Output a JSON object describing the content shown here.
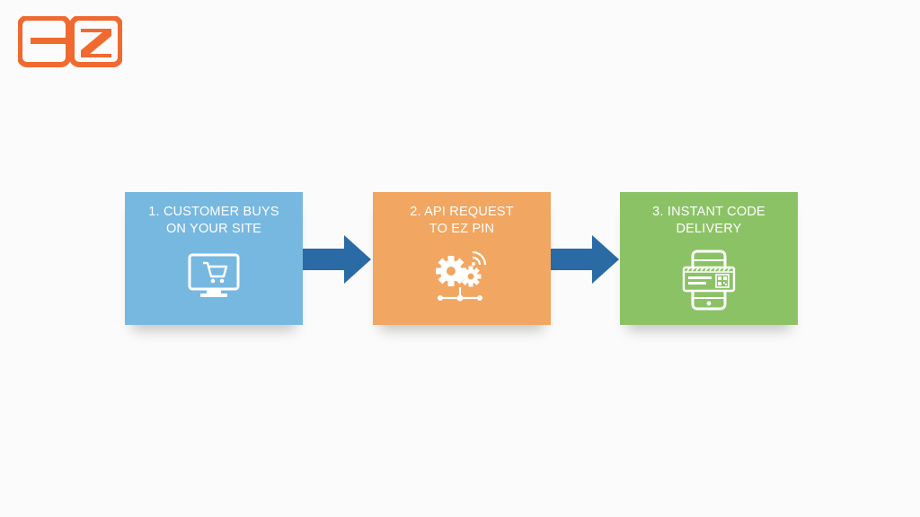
{
  "logo": {
    "text": "EZ",
    "color": "#f06a30",
    "icon": "ez-logo"
  },
  "steps": [
    {
      "line1": "1. CUSTOMER BUYS",
      "line2": "ON YOUR SITE",
      "color": "#77b8e0",
      "icon": "shopping-cart-monitor-icon"
    },
    {
      "line1": "2. API REQUEST",
      "line2": "TO EZ PIN",
      "color": "#f1a661",
      "icon": "gears-network-icon"
    },
    {
      "line1": "3. INSTANT CODE",
      "line2": "DELIVERY",
      "color": "#8cc266",
      "icon": "smartphone-code-icon"
    }
  ],
  "arrows": {
    "color": "#2a6aa5",
    "icon": "right-arrow-icon"
  }
}
